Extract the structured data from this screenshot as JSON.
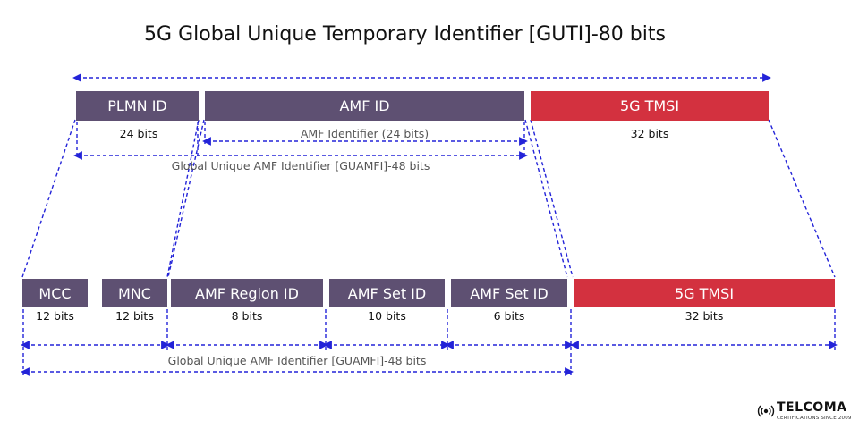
{
  "title": "5G Global Unique Temporary Identifier [GUTI]-80 bits",
  "colors": {
    "purple": "#5e5072",
    "red": "#d3313f",
    "dash": "#2323d8"
  },
  "top_row": {
    "plmn": {
      "label": "PLMN ID",
      "bits": "24 bits"
    },
    "amf": {
      "label": "AMF ID",
      "note": "AMF Identifier (24 bits)"
    },
    "tmsi": {
      "label": "5G TMSI",
      "bits": "32 bits"
    },
    "guamfi_note": "Global Unique AMF Identifier [GUAMFI]-48 bits"
  },
  "bottom_row": {
    "mcc": {
      "label": "MCC",
      "bits": "12 bits"
    },
    "mnc": {
      "label": "MNC",
      "bits": "12 bits"
    },
    "region": {
      "label": "AMF Region ID",
      "bits": "8 bits"
    },
    "set1": {
      "label": "AMF Set ID",
      "bits": "10 bits"
    },
    "set2": {
      "label": "AMF Set ID",
      "bits": "6 bits"
    },
    "tmsi": {
      "label": "5G TMSI",
      "bits": "32 bits"
    },
    "guamfi_note": "Global Unique AMF Identifier [GUAMFI]-48 bits"
  },
  "logo": {
    "name": "TELCOMA",
    "tagline": "CERTIFICATIONS SINCE 2009",
    "icon": "signal-waves-icon"
  }
}
